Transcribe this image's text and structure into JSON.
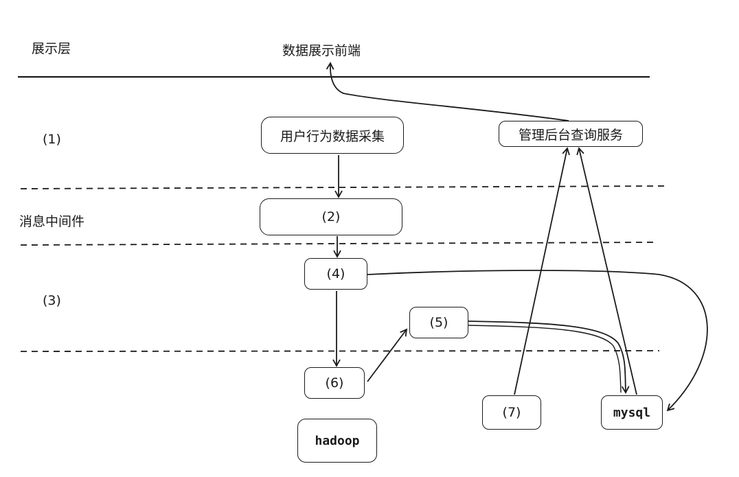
{
  "layers": {
    "presentation": "展示层",
    "layer1": "(1)",
    "middleware": "消息中间件",
    "layer3": "(3)"
  },
  "nodes": {
    "frontend": "数据展示前端",
    "collect": "用户行为数据采集",
    "admin": "管理后台查询服务",
    "n2": "(2)",
    "n4": "(4)",
    "n5": "(5)",
    "n6": "(6)",
    "n7": "(7)",
    "mysql": "mysql",
    "hadoop": "hadoop"
  },
  "colors": {
    "ink": "#1a1a1a",
    "background": "#ffffff"
  }
}
